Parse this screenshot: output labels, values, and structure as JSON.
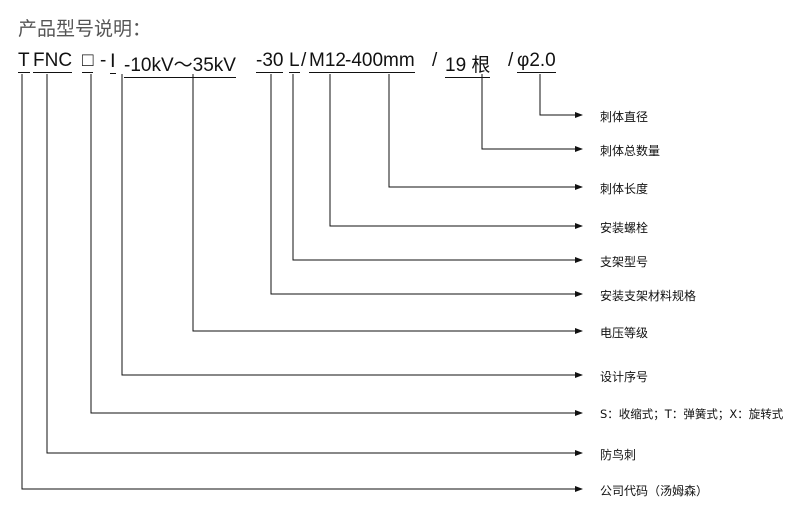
{
  "title": "产品型号说明：",
  "code_segments": [
    "T",
    "FNC",
    "□",
    "-",
    "Ⅰ",
    "-10kV～35kV",
    "-30",
    "L",
    "/",
    "M12",
    "-400mm",
    "/",
    "19 根",
    "/",
    "φ2.0"
  ],
  "labels": [
    {
      "text": "刺体直径"
    },
    {
      "text": "刺体总数量"
    },
    {
      "text": "刺体长度"
    },
    {
      "text": "安装螺栓"
    },
    {
      "text": "支架型号"
    },
    {
      "text": "安装支架材料规格"
    },
    {
      "text": "电压等级"
    },
    {
      "text": "设计序号"
    },
    {
      "text": "S：收缩式；T：弹簧式；X：旋转式"
    },
    {
      "text": "防鸟刺"
    },
    {
      "text": "公司代码（汤姆森）"
    }
  ]
}
